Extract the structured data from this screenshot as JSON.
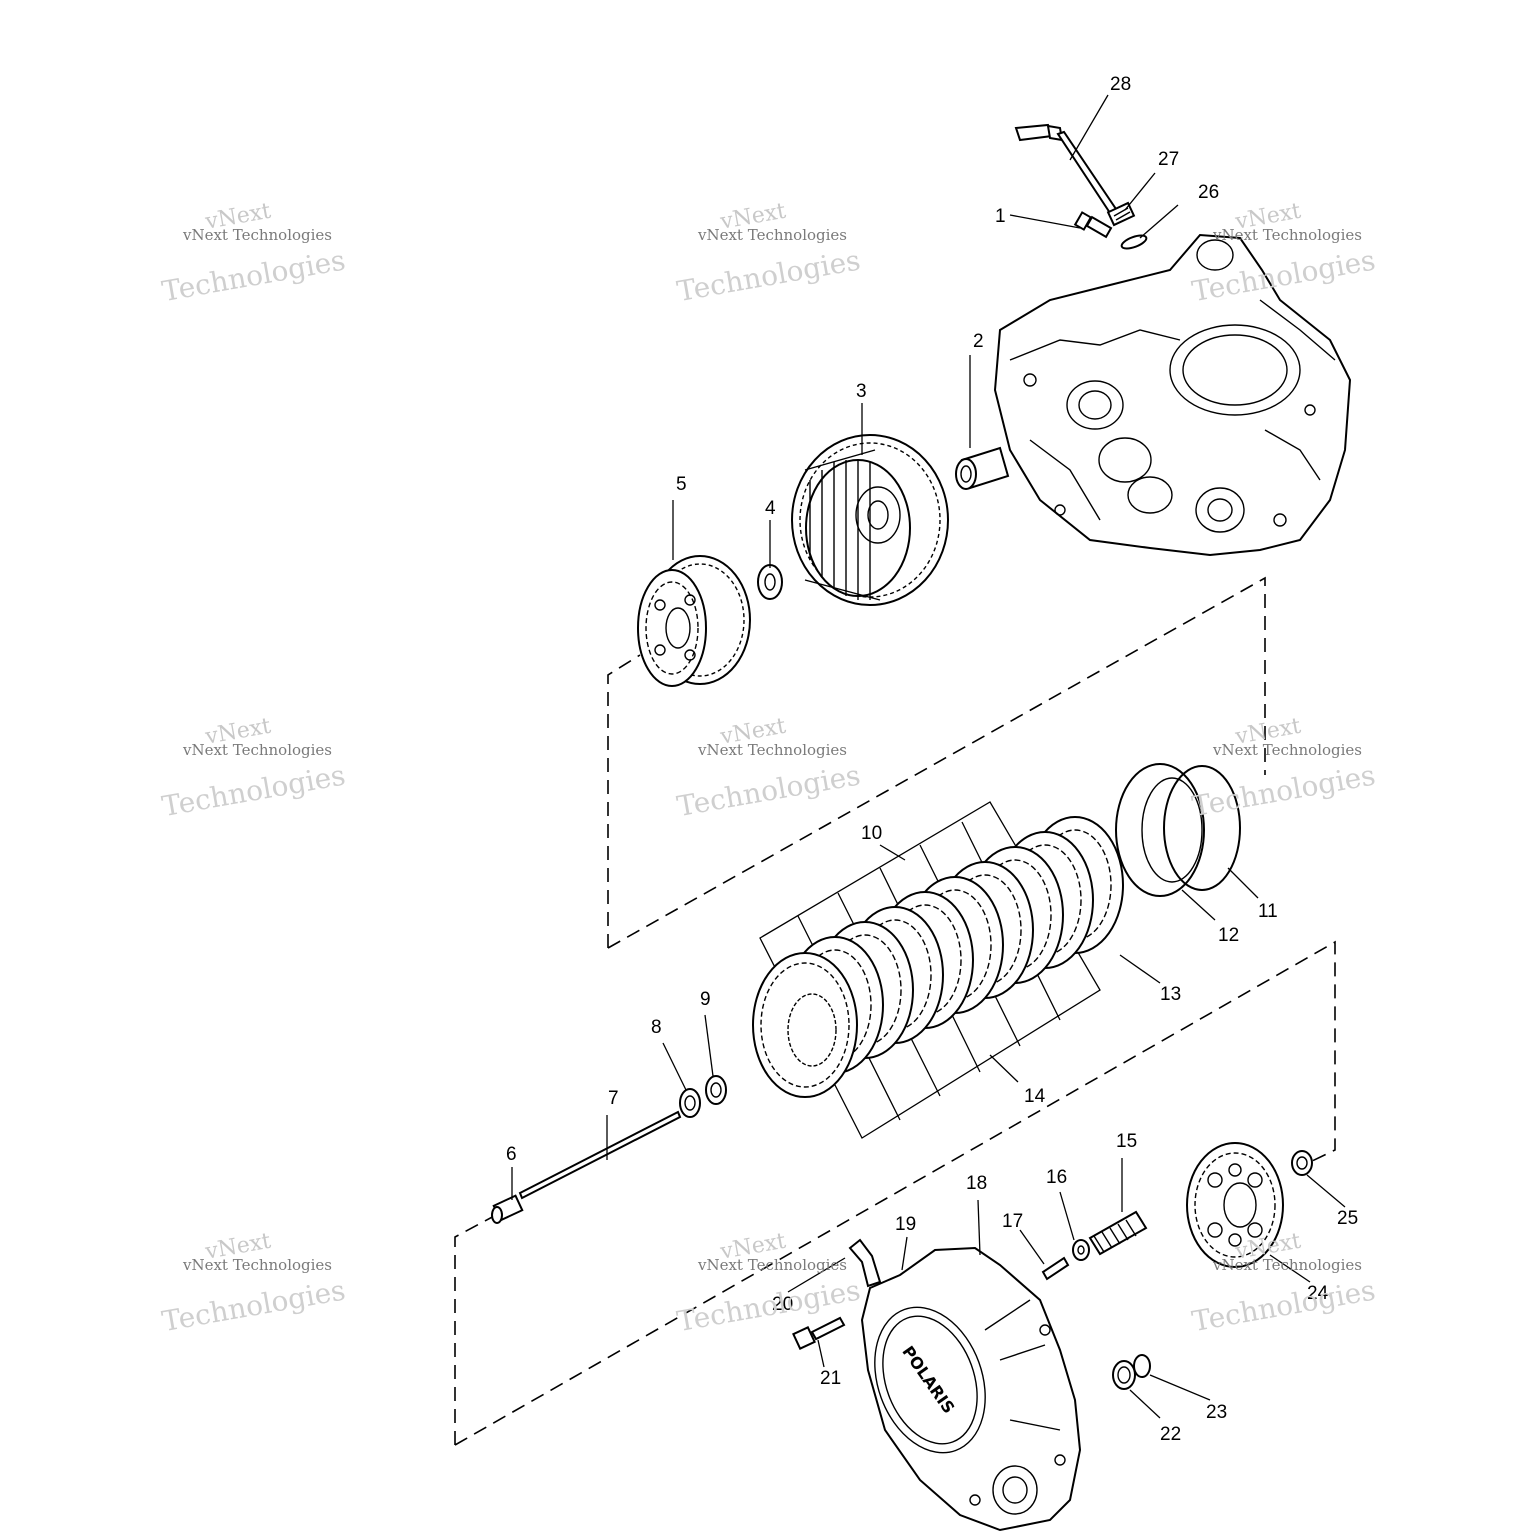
{
  "diagram": {
    "callouts": {
      "p1": "1",
      "p2": "2",
      "p3": "3",
      "p4": "4",
      "p5": "5",
      "p6": "6",
      "p7": "7",
      "p8": "8",
      "p9": "9",
      "p10": "10",
      "p11": "11",
      "p12": "12",
      "p13": "13",
      "p14": "14",
      "p15": "15",
      "p16": "16",
      "p17": "17",
      "p18": "18",
      "p19": "19",
      "p20": "20",
      "p21": "21",
      "p22": "22",
      "p23": "23",
      "p24": "24",
      "p25": "25",
      "p26": "26",
      "p27": "27",
      "p28": "28"
    },
    "cover_logo": "POLARIS"
  },
  "watermark": {
    "line1": "vNext",
    "line2": "vNext Technologies",
    "line3": "Technologies"
  }
}
